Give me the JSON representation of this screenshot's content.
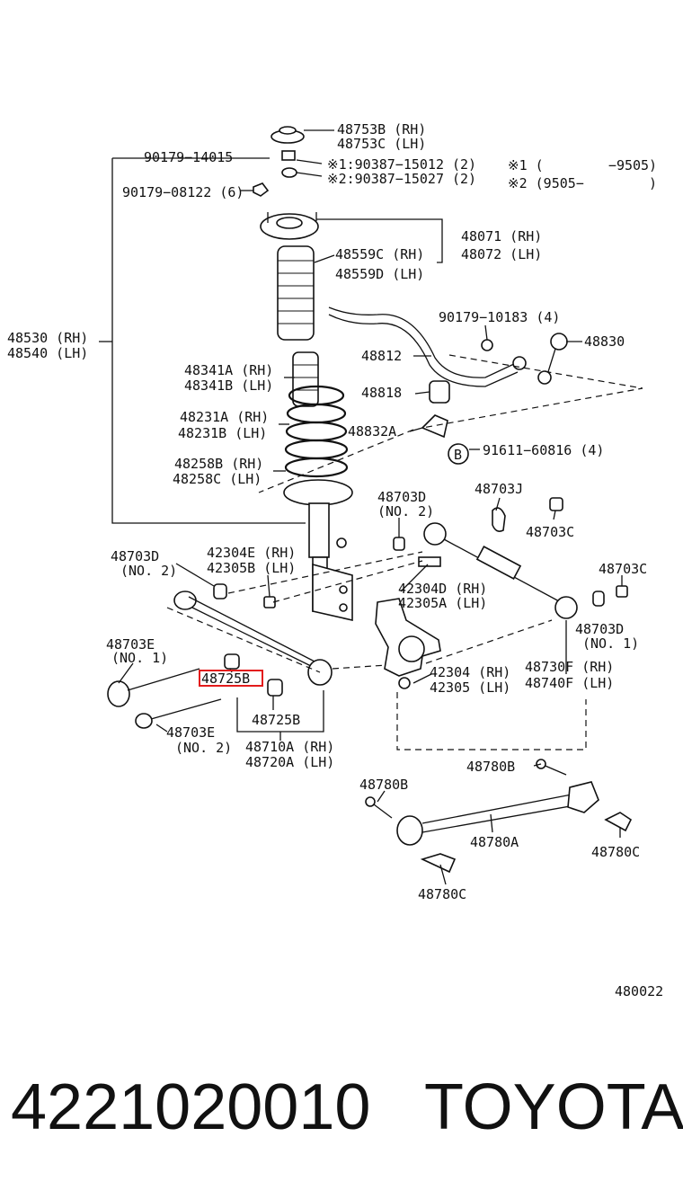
{
  "labels": {
    "l48753b": "48753B (RH)",
    "l48753c": "48753C (LH)",
    "l90179_14015": "90179−14015",
    "note1": "※1:90387−15012 (2)",
    "note2": "※2:90387−15027 (2)",
    "legend1": "※1 (        −9505)",
    "legend2": "※2 (9505−        )",
    "l90179_08122": "90179−08122 (6)",
    "l48071": "48071 (RH)",
    "l48072": "48072 (LH)",
    "l48559c": "48559C (RH)",
    "l48559d": "48559D (LH)",
    "l90179_10183": "90179−10183 (4)",
    "l48830": "48830",
    "l48530": "48530 (RH)",
    "l48540": "48540 (LH)",
    "l48812": "48812",
    "l48341a": "48341A (RH)",
    "l48341b": "48341B (LH)",
    "l48818": "48818",
    "l48231a": "48231A (RH)",
    "l48231b": "48231B (LH)",
    "l48832a": "48832A",
    "circleB": "B",
    "l91611": "91611−60816 (4)",
    "l48258b": "48258B (RH)",
    "l48258c": "48258C (LH)",
    "l48703d_top": "48703D",
    "l48703d_top_no": "(NO. 2)",
    "l48703j": "48703J",
    "l48703c_top": "48703C",
    "l48703d_left": "48703D",
    "l48703d_left_no": "(NO. 2)",
    "l42304e": "42304E (RH)",
    "l42305b": "42305B (LH)",
    "l48703c_right": "48703C",
    "l42304d": "42304D (RH)",
    "l42305a": "42305A (LH)",
    "l48703d_right": "48703D",
    "l48703d_right_no": "(NO. 1)",
    "l48703e_top": "48703E",
    "l48703e_top_no": "(NO. 1)",
    "l48725b_hl": "48725B",
    "l42304": "42304 (RH)",
    "l42305": "42305 (LH)",
    "l48730f": "48730F (RH)",
    "l48740f": "48740F (LH)",
    "l48725b": "48725B",
    "l48703e_bot": "48703E",
    "l48703e_bot_no": "(NO. 2)",
    "l48710a": "48710A (RH)",
    "l48720a": "48720A (LH)",
    "l48780b_r": "48780B",
    "l48780b_l": "48780B",
    "l48780a": "48780A",
    "l48780c_r": "48780C",
    "l48780c_b": "48780C",
    "diagram_code": "480022"
  },
  "footer": {
    "part_number": "4221020010",
    "brand": "TOYOTA"
  },
  "colors": {
    "line": "#111111",
    "highlight": "#e31b1b",
    "background": "#ffffff"
  }
}
